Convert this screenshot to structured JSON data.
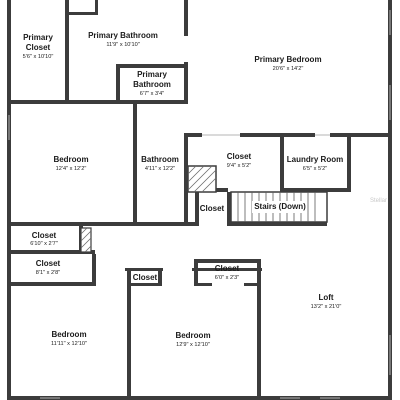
{
  "watermark": "Stellar",
  "rooms": {
    "primary_closet": {
      "name": "Primary Closet",
      "name_lines": [
        "Primary",
        "Closet"
      ],
      "dims": "5'6\" x 10'10\""
    },
    "primary_bathroom": {
      "name": "Primary Bathroom",
      "dims": "11'9\" x 10'10\""
    },
    "primary_bath_small": {
      "name_lines": [
        "Primary",
        "Bathroom"
      ],
      "dims": "6'7\" x 3'4\""
    },
    "primary_bedroom": {
      "name": "Primary Bedroom",
      "dims": "20'6\" x 14'2\""
    },
    "bedroom_left": {
      "name": "Bedroom",
      "dims": "12'4\" x 12'2\""
    },
    "bathroom": {
      "name": "Bathroom",
      "dims": "4'11\" x 12'2\""
    },
    "closet_center": {
      "name": "Closet",
      "dims": "9'4\" x 5'2\""
    },
    "laundry": {
      "name": "Laundry Room",
      "dims": "6'5\" x 5'2\""
    },
    "closet_small": {
      "name": "Closet"
    },
    "stairs": {
      "name": "Stairs (Down)"
    },
    "closet_left_1": {
      "name": "Closet",
      "dims": "6'10\" x 2'7\""
    },
    "closet_left_2": {
      "name": "Closet",
      "dims": "8'1\" x 2'8\""
    },
    "closet_mid_small": {
      "name": "Closet"
    },
    "closet_mid": {
      "name": "Closet",
      "dims": "6'0\" x 2'3\""
    },
    "loft": {
      "name": "Loft",
      "dims": "13'2\" x 21'0\""
    },
    "bedroom_bottom_left": {
      "name": "Bedroom",
      "dims": "11'11\" x 12'10\""
    },
    "bedroom_bottom_mid": {
      "name": "Bedroom",
      "dims": "12'9\" x 12'10\""
    }
  }
}
